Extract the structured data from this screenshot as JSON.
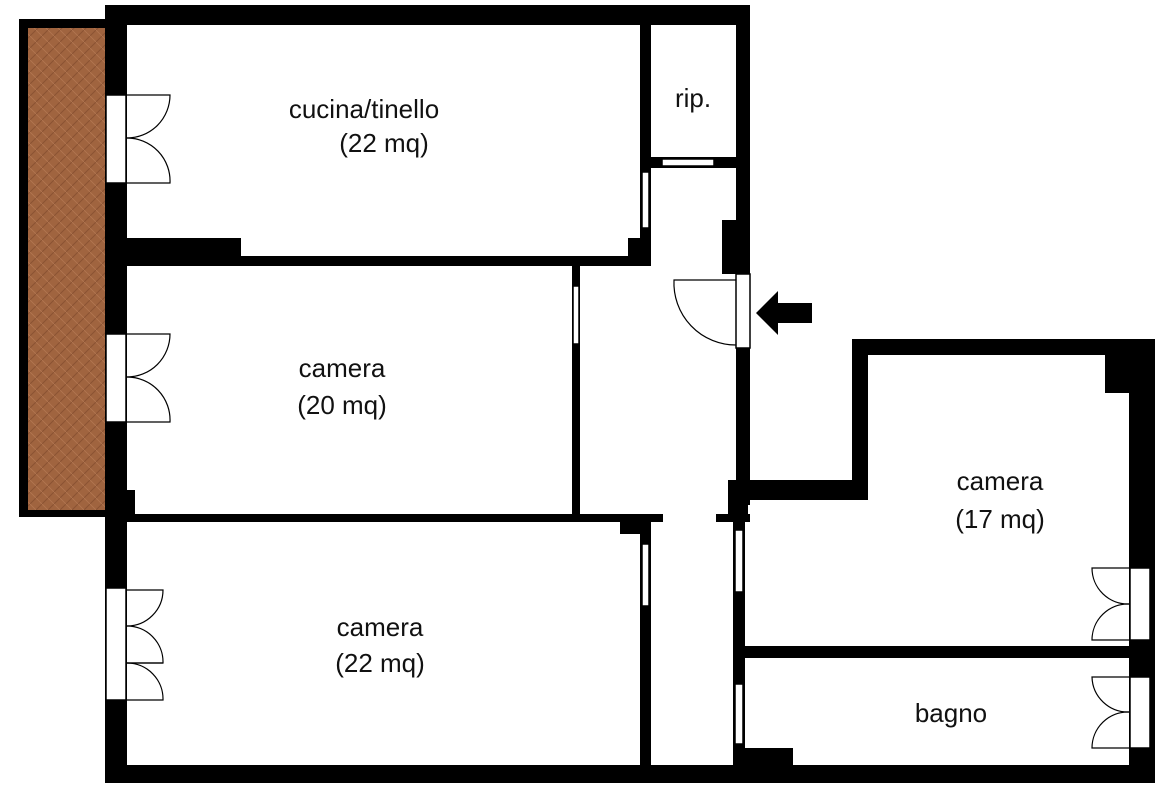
{
  "rooms": {
    "kitchen": {
      "name": "cucina/tinello",
      "area": "(22 mq)"
    },
    "storage": {
      "name": "rip."
    },
    "bedroom_1": {
      "name": "camera",
      "area": "(20 mq)"
    },
    "bedroom_2": {
      "name": "camera",
      "area": "(22 mq)"
    },
    "bedroom_3": {
      "name": "camera",
      "area": "(17 mq)"
    },
    "bathroom": {
      "name": "bagno"
    }
  },
  "colors": {
    "wall": "#000000",
    "balcony": "#a0643f",
    "background": "#ffffff"
  },
  "icons": {
    "entrance": "arrow-left-icon"
  }
}
